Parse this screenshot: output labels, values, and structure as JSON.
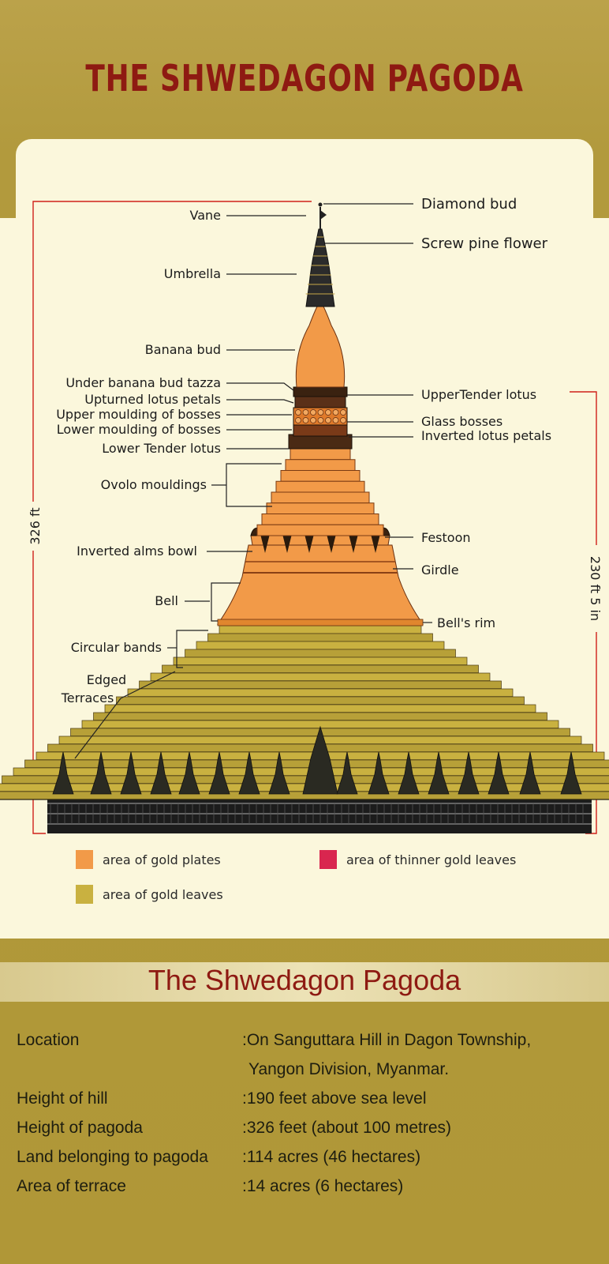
{
  "title": "THE SHWEDAGON PAGODA",
  "subtitle": "The Shwedagon Pagoda",
  "dimensions": {
    "total_height": "326 ft",
    "stupa_height": "230 ft 5 in"
  },
  "labels_left": {
    "vane": "Vane",
    "umbrella": "Umbrella",
    "banana_bud": "Banana bud",
    "under_banana_bud_tazza": "Under banana bud tazza",
    "upturned_lotus_petals": "Upturned lotus petals",
    "upper_moulding_of_bosses": "Upper moulding of bosses",
    "lower_moulding_of_bosses": "Lower moulding of bosses",
    "lower_tender_lotus": "Lower Tender lotus",
    "ovolo_mouldings": "Ovolo mouldings",
    "inverted_alms_bowl": "Inverted alms bowl",
    "bell": "Bell",
    "circular_bands": "Circular bands",
    "edged_terraces_1": "Edged",
    "edged_terraces_2": "Terraces"
  },
  "labels_right": {
    "diamond_bud": "Diamond bud",
    "screw_pine_flower": "Screw pine flower",
    "upper_tender_lotus": "UpperTender lotus",
    "glass_bosses": "Glass bosses",
    "inverted_lotus_petals": "Inverted lotus petals",
    "festoon": "Festoon",
    "girdle": "Girdle",
    "bells_rim": "Bell's rim"
  },
  "legend": [
    {
      "label": "area of gold plates",
      "color": "#f29a48"
    },
    {
      "label": "area of thinner gold leaves",
      "color": "#d9264f"
    },
    {
      "label": "area of gold leaves",
      "color": "#c9b140"
    }
  ],
  "facts": [
    {
      "label": "Location",
      "value": ":On Sanguttara Hill in Dagon Township,",
      "value_cont": "Yangon Division, Myanmar."
    },
    {
      "label": "Height of hill",
      "value": ":190 feet above sea level"
    },
    {
      "label": "Height of pagoda",
      "value": ":326 feet (about 100 metres)"
    },
    {
      "label": "Land belonging to pagoda",
      "value": ":114 acres (46 hectares)"
    },
    {
      "label": "Area of terrace",
      "value": ":14 acres (6 hectares)"
    }
  ],
  "colors": {
    "gold_plates": "#f29a48",
    "gold_leaves": "#c9b140",
    "title_red": "#8e1a12",
    "dimension_red": "#d0201a"
  }
}
